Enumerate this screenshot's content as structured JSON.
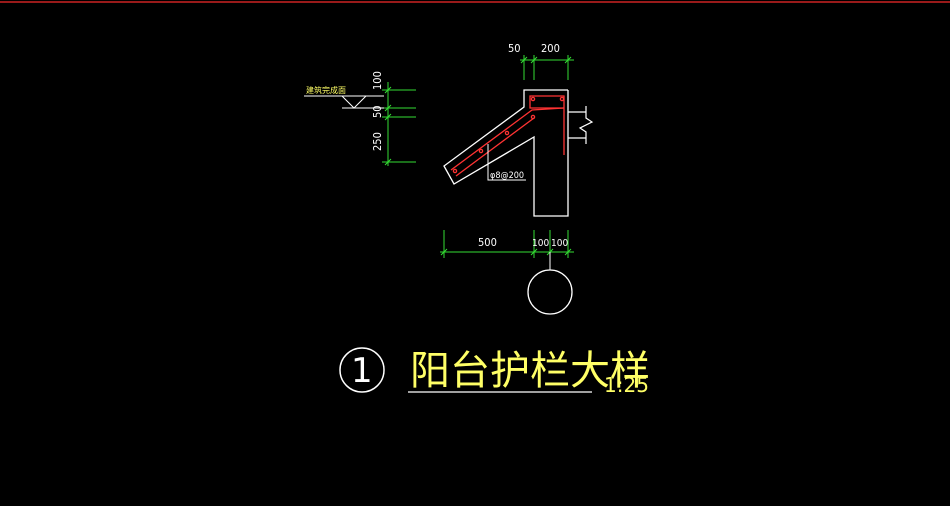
{
  "colors": {
    "background": "#000000",
    "frame_line": "#cc2222",
    "concrete_outline": "#ffffff",
    "dimension_line": "#33dd33",
    "rebar": "#ff3333",
    "title_text": "#ffff66",
    "dim_text": "#ffffff"
  },
  "dimensions": {
    "top_left": "50",
    "top_right": "200",
    "left_upper": "100",
    "left_middle": "50",
    "left_lower": "250",
    "bottom_left": "500",
    "bottom_middle": "100",
    "bottom_right": "100"
  },
  "annotations": {
    "rebar_label": "φ8@200",
    "elevation_label": "建筑完成面"
  },
  "title": {
    "detail_number": "1",
    "name": "阳台护栏大样",
    "scale": "1:25"
  }
}
